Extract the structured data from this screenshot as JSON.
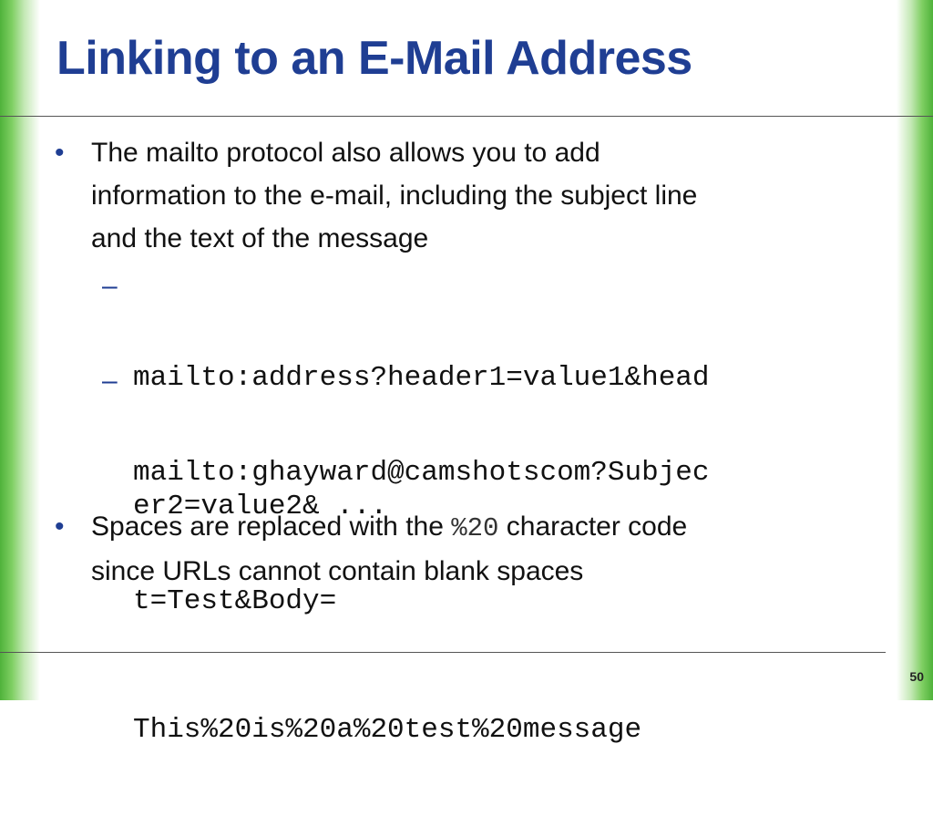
{
  "slide": {
    "title": "Linking to an E-Mail Address",
    "page_number": "50",
    "bullets": [
      {
        "lines": [
          "The mailto protocol also allows you to add",
          "information to the e-mail, including the subject line",
          "and the text of the message"
        ]
      },
      {
        "before": "Spaces are replaced with the ",
        "code": "%20",
        "after": " character code",
        "line2": "since URLs cannot contain blank spaces"
      }
    ],
    "sub_bullets": [
      {
        "lines": [
          "mailto:address?header1=value1&head",
          "er2=value2& ..."
        ]
      },
      {
        "lines": [
          "mailto:ghayward@camshotscom?Subjec",
          "t=Test&Body=",
          "This%20is%20a%20test%20message"
        ]
      }
    ],
    "bullet_glyph": "•",
    "dash_glyph": "–"
  }
}
